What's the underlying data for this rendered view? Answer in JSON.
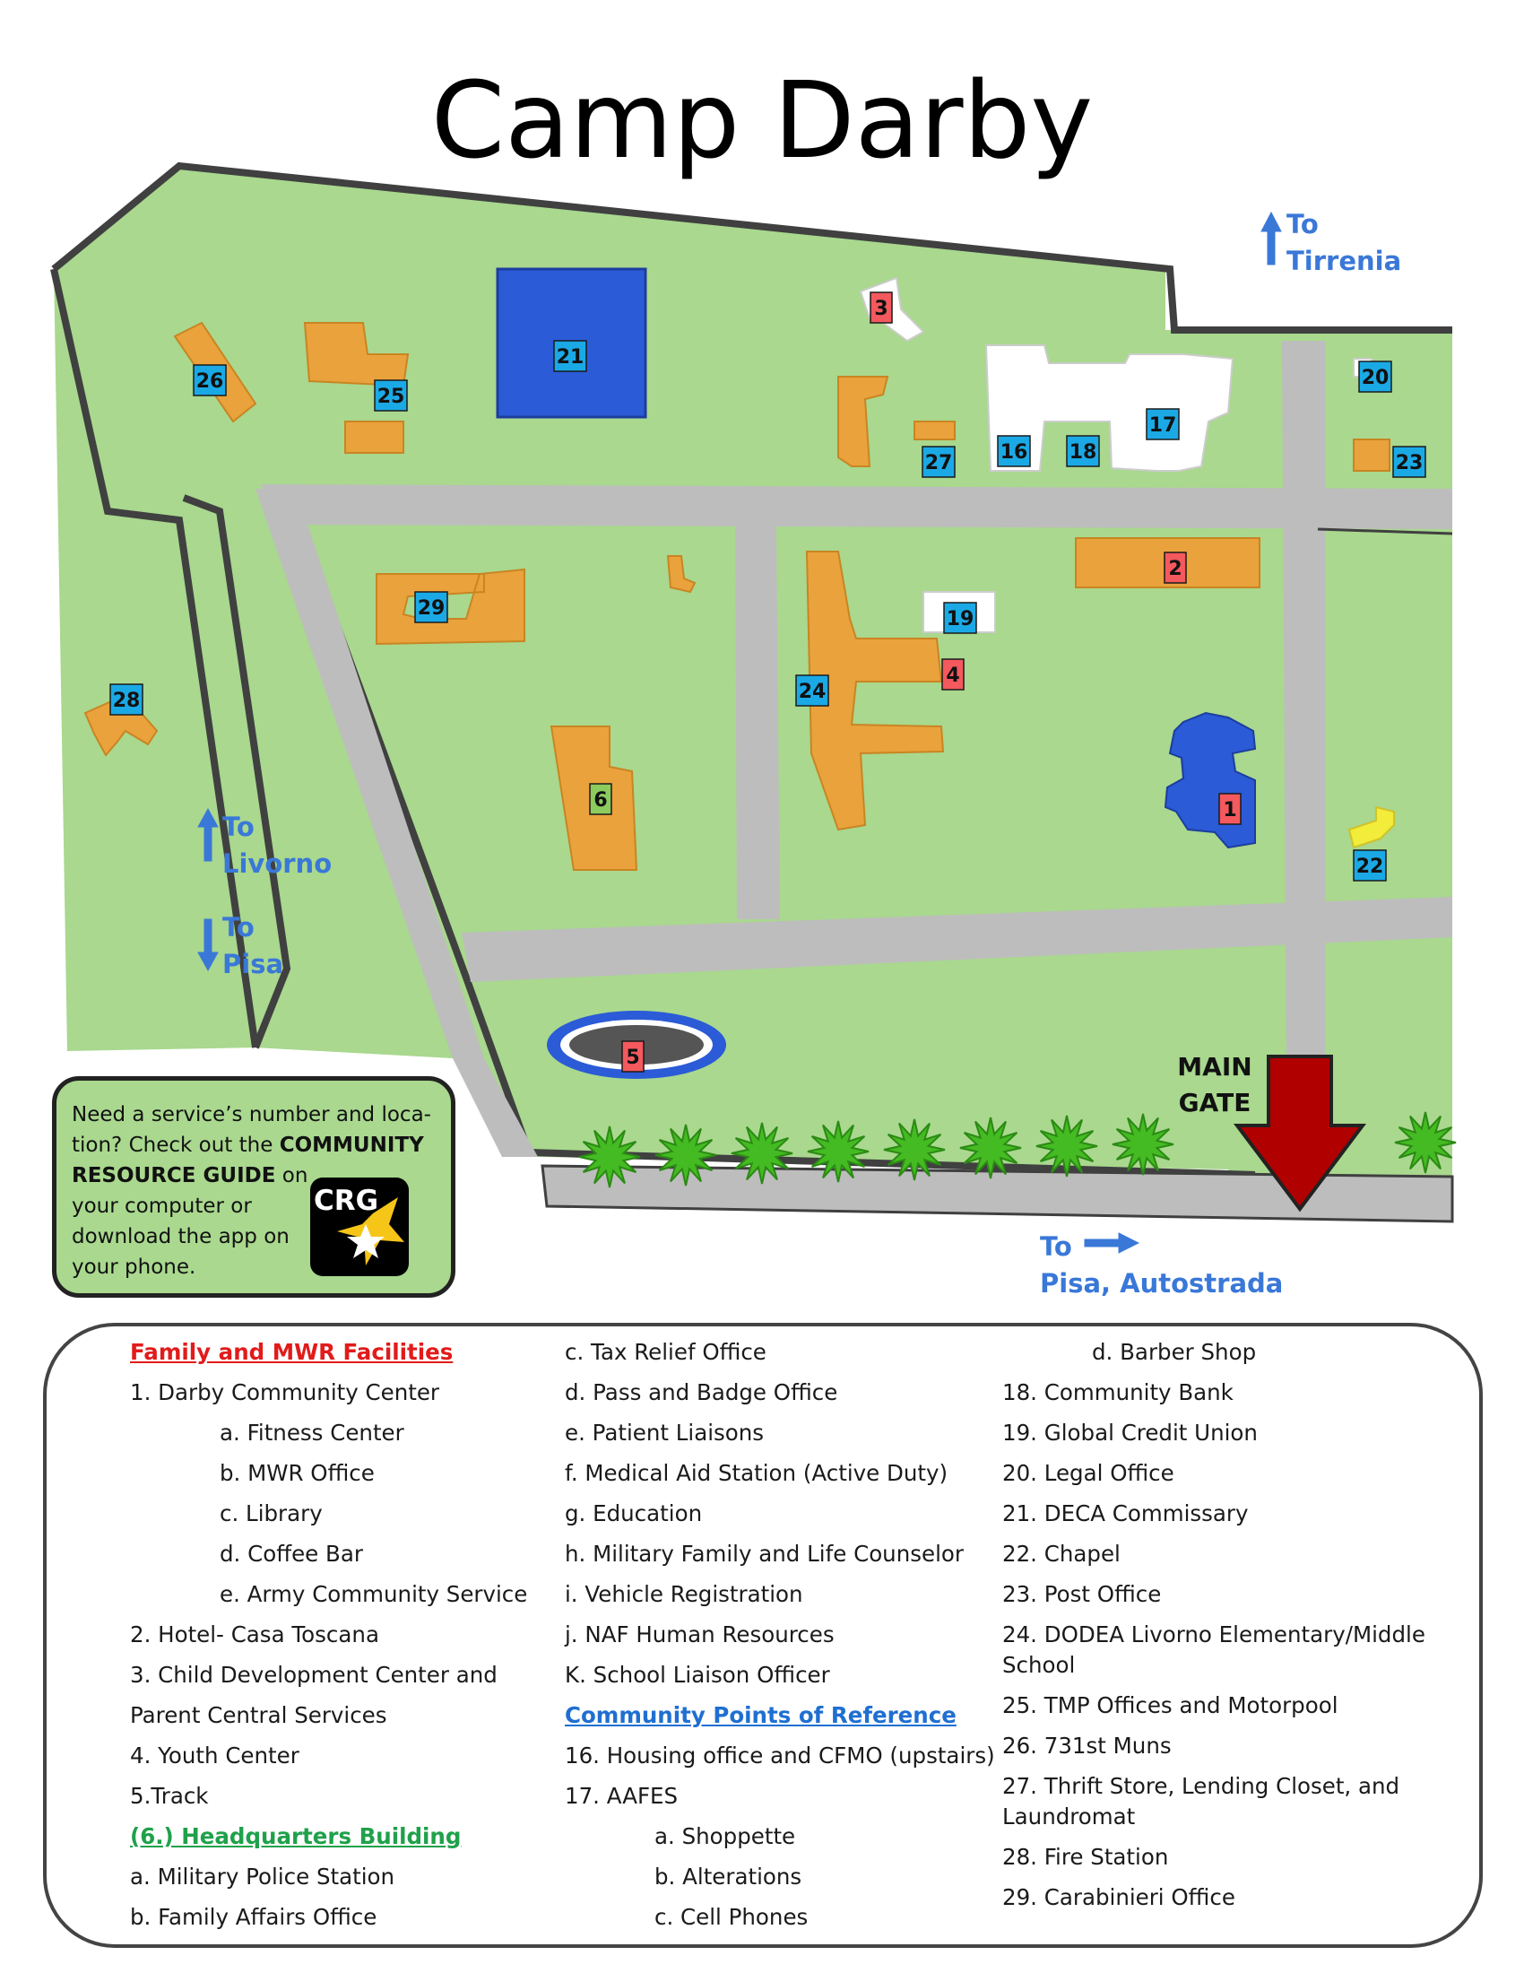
{
  "title": "Camp Darby",
  "directions": {
    "tirrenia": [
      "To",
      "Tirrenia"
    ],
    "livorno": [
      "To",
      "Livorno"
    ],
    "pisa": [
      "To",
      "Pisa"
    ],
    "autostrada": [
      "To",
      "Pisa, Autostrada"
    ]
  },
  "main_gate": [
    "MAIN",
    "GATE"
  ],
  "markers": [
    {
      "num": "1",
      "color": "red"
    },
    {
      "num": "2",
      "color": "red"
    },
    {
      "num": "3",
      "color": "red"
    },
    {
      "num": "4",
      "color": "red"
    },
    {
      "num": "5",
      "color": "red"
    },
    {
      "num": "6",
      "color": "green"
    },
    {
      "num": "16",
      "color": "blue"
    },
    {
      "num": "17",
      "color": "blue"
    },
    {
      "num": "18",
      "color": "blue"
    },
    {
      "num": "19",
      "color": "blue"
    },
    {
      "num": "20",
      "color": "blue"
    },
    {
      "num": "21",
      "color": "blue"
    },
    {
      "num": "22",
      "color": "blue"
    },
    {
      "num": "23",
      "color": "blue"
    },
    {
      "num": "24",
      "color": "blue"
    },
    {
      "num": "25",
      "color": "blue"
    },
    {
      "num": "26",
      "color": "blue"
    },
    {
      "num": "27",
      "color": "blue"
    },
    {
      "num": "28",
      "color": "blue"
    },
    {
      "num": "29",
      "color": "blue"
    }
  ],
  "marker_colors": {
    "red": "#f4595e",
    "blue": "#1ba9e6",
    "green": "#8ccb5d"
  },
  "map_colors": {
    "grass": "#a9d88e",
    "road": "#bdbdbd",
    "building": "#eaa23d",
    "commissary": "#2b5bd6",
    "border": "#404040"
  },
  "crg": {
    "line1": "Need a service’s number and loca-",
    "line2_pre": "tion? Check out the ",
    "line2_bold": "COMMUNITY",
    "line3_bold": "RESOURCE GUIDE",
    "line3_post": " on",
    "line4": "your computer or",
    "line5": "download the app on",
    "line6": "your phone.",
    "logo": "CRG"
  },
  "legend": {
    "col1": [
      {
        "text": "Family and MWR Facilities",
        "style": "hdr red"
      },
      {
        "text": "1. Darby Community Center"
      },
      {
        "text": "a. Fitness Center",
        "style": "i1"
      },
      {
        "text": "b. MWR Office",
        "style": "i1"
      },
      {
        "text": "c. Library",
        "style": "i1"
      },
      {
        "text": "d. Coffee Bar",
        "style": "i1"
      },
      {
        "text": "e. Army Community Service",
        "style": "i1"
      },
      {
        "text": "2. Hotel- Casa Toscana"
      },
      {
        "text": "3. Child Development Center and"
      },
      {
        "text": "Parent Central Services"
      },
      {
        "text": "4. Youth Center"
      },
      {
        "text": "5.Track"
      },
      {
        "text": "(6.) Headquarters Building",
        "style": "hdr green"
      },
      {
        "text": "a. Military Police Station"
      },
      {
        "text": "b. Family Affairs Office"
      }
    ],
    "col2": [
      {
        "text": "c. Tax Relief Office"
      },
      {
        "text": "d. Pass and Badge Office"
      },
      {
        "text": "e. Patient Liaisons"
      },
      {
        "text": "f. Medical Aid Station (Active Duty)"
      },
      {
        "text": "g. Education"
      },
      {
        "text": "h. Military Family and Life Counselor"
      },
      {
        "text": "i. Vehicle Registration"
      },
      {
        "text": "j. NAF Human Resources"
      },
      {
        "text": "K. School Liaison Officer"
      },
      {
        "text": "Community Points of Reference",
        "style": "hdr blue"
      },
      {
        "text": "16. Housing office and CFMO (upstairs)"
      },
      {
        "text": "17. AAFES"
      },
      {
        "text": "a. Shoppette",
        "style": "i2"
      },
      {
        "text": "b. Alterations",
        "style": "i2"
      },
      {
        "text": "c. Cell Phones",
        "style": "i2"
      }
    ],
    "col3": [
      {
        "text": "d. Barber Shop",
        "style": "i3"
      },
      {
        "text": "18. Community Bank"
      },
      {
        "text": "19. Global Credit Union"
      },
      {
        "text": "20. Legal Office"
      },
      {
        "text": "21. DECA Commissary"
      },
      {
        "text": "22. Chapel"
      },
      {
        "text": "23. Post Office"
      },
      {
        "text": "24. DODEA Livorno Elementary/Middle School",
        "style": "wrap"
      },
      {
        "text": "25. TMP Offices and Motorpool"
      },
      {
        "text": "26. 731st Muns"
      },
      {
        "text": "27. Thrift Store, Lending Closet, and Laundromat",
        "style": "wrap"
      },
      {
        "text": "28. Fire Station"
      },
      {
        "text": "29. Carabinieri Office"
      }
    ]
  }
}
